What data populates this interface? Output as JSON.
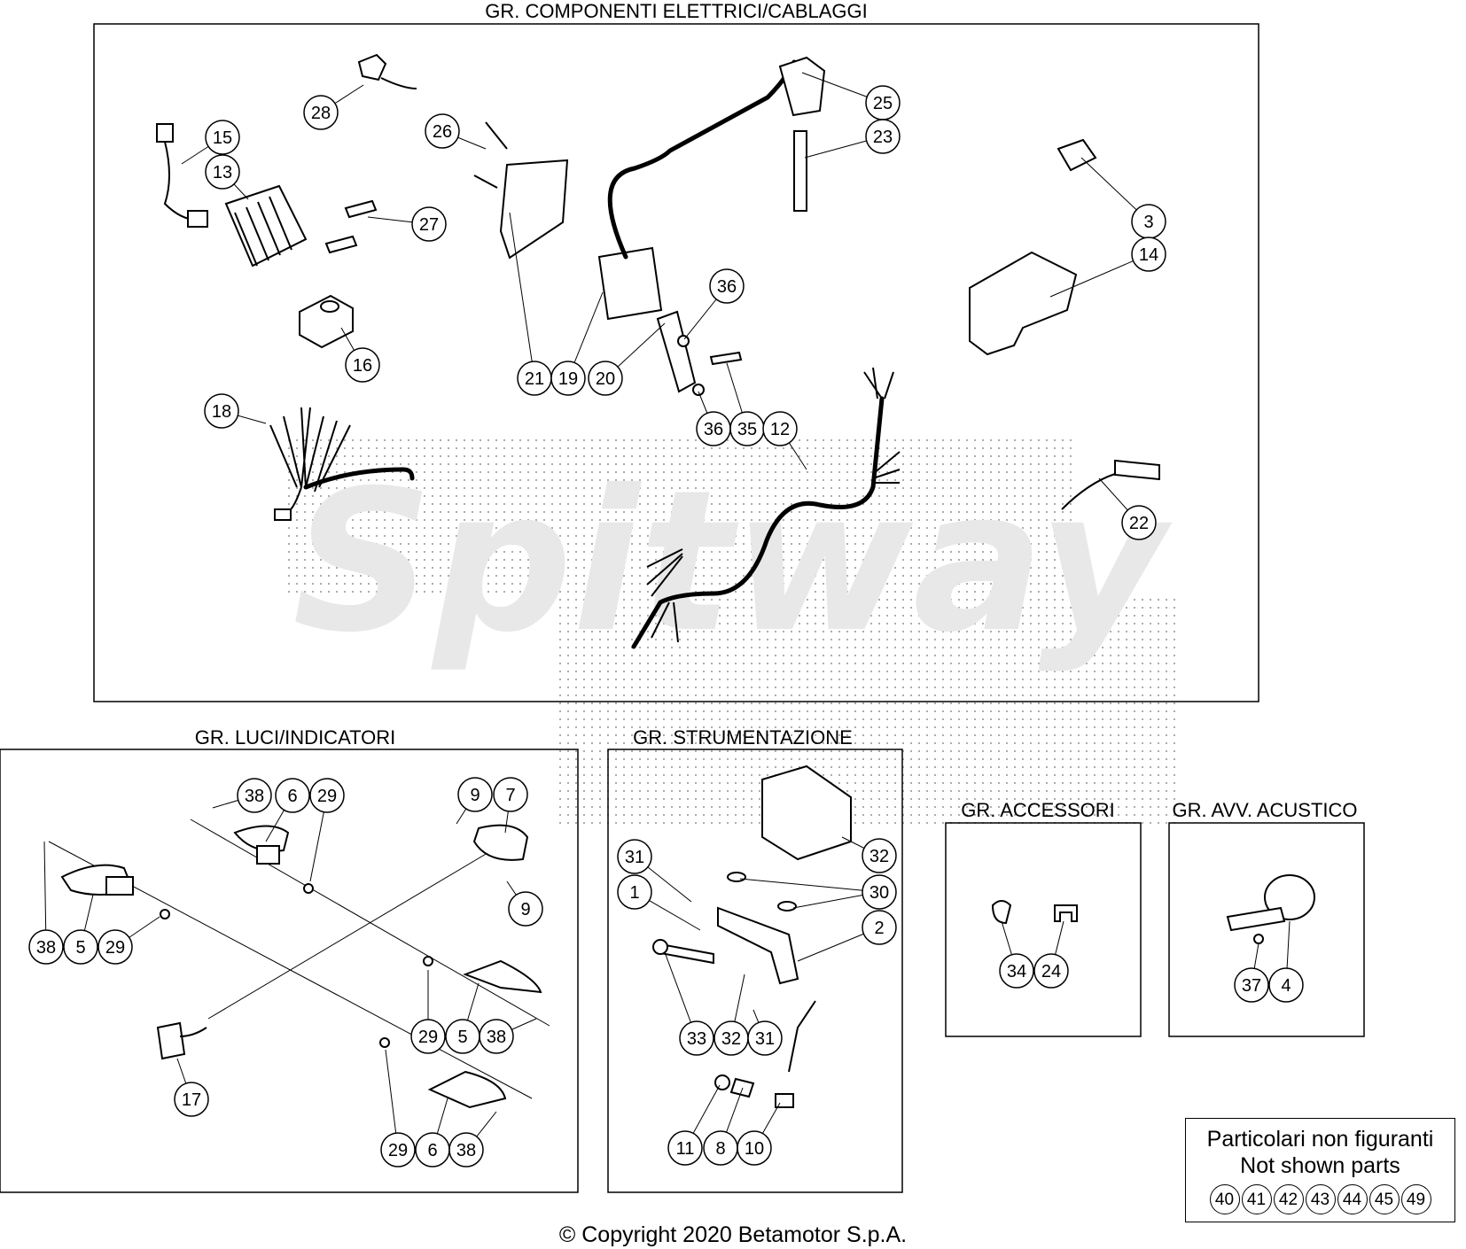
{
  "sections": {
    "electrical": "GR. COMPONENTI ELETTRICI/CABLAGGI",
    "lights": "GR. LUCI/INDICATORI",
    "instruments": "GR. STRUMENTAZIONE",
    "accessories": "GR. ACCESSORI",
    "horn": "GR. AVV. ACUSTICO"
  },
  "callouts": {
    "electrical": [
      "28",
      "15",
      "13",
      "27",
      "16",
      "26",
      "21",
      "19",
      "20",
      "36",
      "36",
      "35",
      "12",
      "25",
      "23",
      "3",
      "14",
      "18",
      "22"
    ],
    "lights": [
      "38",
      "6",
      "29",
      "9",
      "7",
      "9",
      "38",
      "5",
      "29",
      "29",
      "5",
      "38",
      "17",
      "29",
      "6",
      "38"
    ],
    "instruments": [
      "31",
      "1",
      "32",
      "30",
      "2",
      "33",
      "32",
      "31",
      "11",
      "8",
      "10"
    ],
    "accessories": [
      "34",
      "24"
    ],
    "horn": [
      "37",
      "4"
    ]
  },
  "not_shown": {
    "title_it": "Particolari non figuranti",
    "title_en": "Not shown parts",
    "numbers": [
      "40",
      "41",
      "42",
      "43",
      "44",
      "45",
      "49"
    ]
  },
  "copyright": "© Copyright 2020 Betamotor S.p.A.",
  "watermark": "Spitway"
}
